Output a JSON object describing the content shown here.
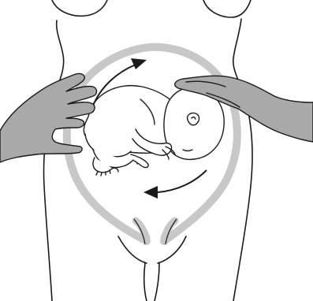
{
  "colors": {
    "background": "#ffffff",
    "outline": "#1a1a1a",
    "uterus": "#c8c8c8",
    "hand_fill": "#a9a9a9",
    "hand_outline": "#1a1a1a"
  },
  "elements": {
    "body": "maternal-body-outline",
    "uterus": "uterus-ring",
    "fetus": "fetus",
    "left_hand": "left-hand",
    "right_hand": "right-hand",
    "arrow_top": "rotation-arrow-top",
    "arrow_bottom": "rotation-arrow-bottom"
  }
}
